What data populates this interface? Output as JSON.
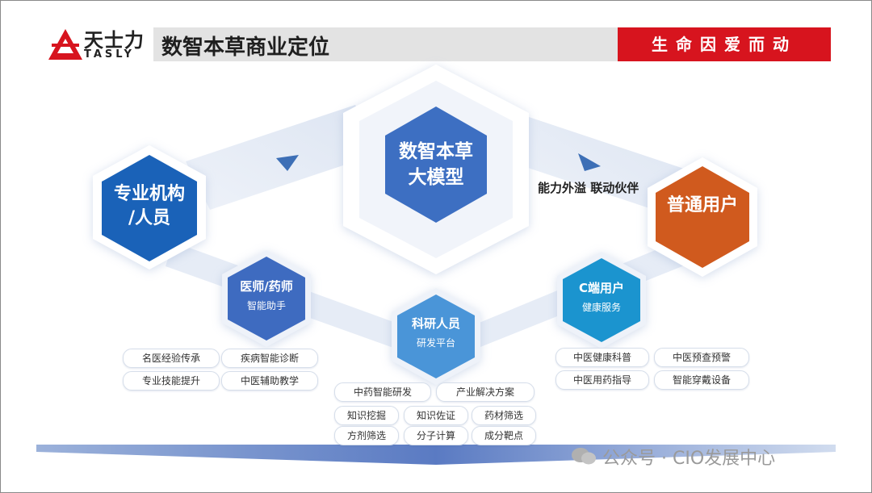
{
  "logo": {
    "cn": "天士力",
    "en": "TASLY"
  },
  "header": {
    "title": "数智本草商业定位",
    "slogan": "生命因爱而动"
  },
  "center": {
    "line1": "数智本草",
    "line2": "大模型"
  },
  "flow_label": "能力外溢 联动伙伴",
  "left_node": {
    "line1": "专业机构",
    "line2": "/人员"
  },
  "right_node": {
    "label": "普通用户"
  },
  "doctor": {
    "title": "医师/药师",
    "sub": "智能助手"
  },
  "research": {
    "title": "科研人员",
    "sub": "研发平台"
  },
  "consumer": {
    "title": "C端用户",
    "sub": "健康服务"
  },
  "doctor_tags": [
    "名医经验传承",
    "疾病智能诊断",
    "专业技能提升",
    "中医辅助教学"
  ],
  "research_tags": [
    "中药智能研发",
    "产业解决方案",
    "知识挖掘",
    "知识佐证",
    "药材筛选",
    "方剂筛选",
    "分子计算",
    "成分靶点"
  ],
  "consumer_tags": [
    "中医健康科普",
    "中医预查预警",
    "中医用药指导",
    "智能穿戴设备"
  ],
  "watermark": "公众号 · CIO发展中心",
  "colors": {
    "brand_red": "#d7141e",
    "blue_dark": "#1a62b8",
    "blue_mid": "#3d79c9",
    "blue_light": "#4aa3dd",
    "orange": "#d05a1e"
  },
  "icons": [
    "tasly-logo-icon",
    "arrow-right-icon",
    "wechat-icon"
  ]
}
